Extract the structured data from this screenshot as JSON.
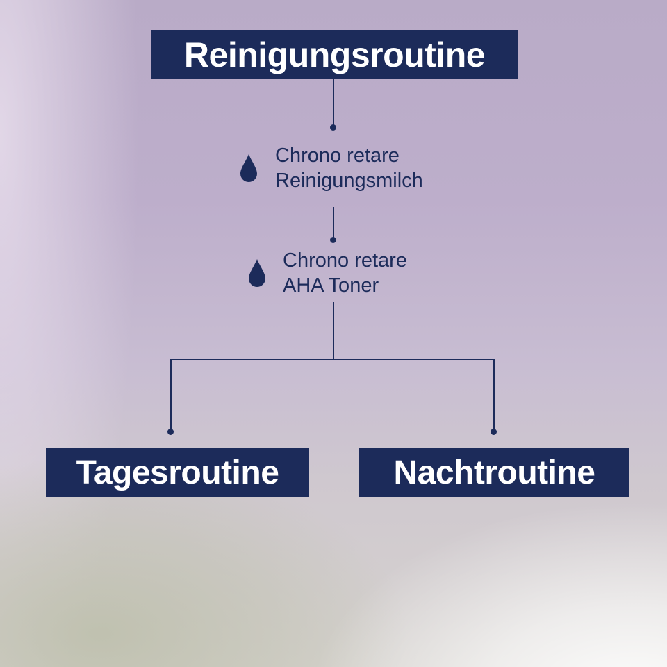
{
  "nodes": {
    "root": {
      "label": "Reinigungsroutine"
    },
    "steps": [
      {
        "line1": "Chrono retare",
        "line2": "Reinigungsmilch"
      },
      {
        "line1": "Chrono retare",
        "line2": "AHA Toner"
      }
    ],
    "left_leaf": {
      "label": "Tagesroutine"
    },
    "right_leaf": {
      "label": "Nachtroutine"
    }
  },
  "colors": {
    "box_background": "#1c2b5a",
    "box_text": "#ffffff",
    "step_text": "#1c2b5a",
    "connector": "#1c2b5a"
  },
  "icons": {
    "step_icon": "water-drop-icon"
  }
}
